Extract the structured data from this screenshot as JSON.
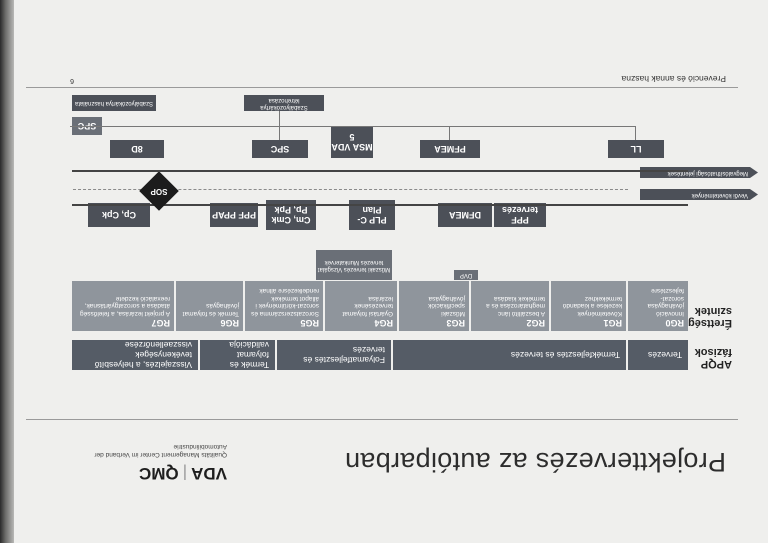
{
  "title": "Projekttervezés az autóiparban",
  "logo": {
    "vda": "VDA",
    "qmc": "QMC",
    "subtitle": "Qualitäts Management Center im Verband der Automobilindustrie"
  },
  "labels": {
    "apqp": "APQP fázisok",
    "maturity": "Érettségi szintek"
  },
  "phases": [
    "Tervezés",
    "Termékfejlesztés és tervezés",
    "Folyamatfejlesztés és tervezés",
    "Termék és folyamat validációja",
    "Visszajelzés, a helyesbítő tevékenységek visszaellenőrzése"
  ],
  "rg": [
    {
      "code": "RG0",
      "text": "Innováció jóváhagyása sorozat-fejlesztésre"
    },
    {
      "code": "RG1",
      "text": "Követelmények kezelése a kiadandó termékekhez"
    },
    {
      "code": "RG2",
      "text": "A beszállító lánc meghatározása és a termékek kiadása"
    },
    {
      "code": "RG3",
      "text": "Műszaki specifikációk jóváhagyása"
    },
    {
      "code": "RG4",
      "text": "Gyártási folyamat tervezésének lezárása"
    },
    {
      "code": "RG5",
      "text": "Sorozatszerszámma és sorozat-körülmények i állapot termékek rendelkezésre állnak"
    },
    {
      "code": "RG6",
      "text": "Termék és folyamat jóváhagyás"
    },
    {
      "code": "RG7",
      "text": "A projekt lezárása, a felelősség átadása a sorozatgyártásnak, reexaláció kezdete"
    }
  ],
  "deliverables": {
    "ppf_tervezes": "PPF tervezés",
    "dfmea": "DFMEA",
    "dvp": "DVP",
    "plp": "PLP C-Plan",
    "muszaki": "Műszaki tervezés Vizsgálat tervezés Munkatervek",
    "cm": "Cm, Cmk Pp, Ppk",
    "ppf": "PPF PPAP",
    "cp": "Cp, Cpk"
  },
  "lines": {
    "vevoi": "Vevői követelmények",
    "megvalositas": "Megvalósíthatósági jelentések"
  },
  "sop": "SOP",
  "top_boxes": {
    "ll": "LL",
    "pfmea": "PFMEA",
    "msa": "MSA VDA 5",
    "spc": "SPC",
    "d8": "8D",
    "spc2": "SPC"
  },
  "bottom_tags": {
    "szab1": "Szabályozókártya létrehozása",
    "szab2": "Szabályozókártya használata"
  },
  "footer": {
    "text": "Prevenció és annak haszna",
    "page": "6"
  }
}
